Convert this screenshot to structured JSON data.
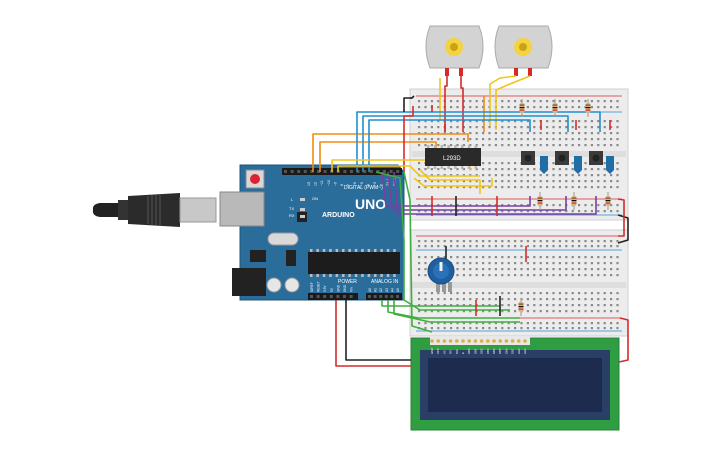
{
  "arduino": {
    "brand": "ARDUINO",
    "model": "UNO",
    "digital_label": "DIGITAL (PWM~)",
    "power_label": "POWER",
    "analog_label": "ANALOG IN",
    "on_label": "ON",
    "tx_label": "TX",
    "rx_label": "RX",
    "l_label": "L",
    "aref_label": "AREF",
    "gnd_label": "GND",
    "digital_pins": [
      "13",
      "12",
      "~11",
      "~10",
      "~9",
      "8",
      "7",
      "~6",
      "~5",
      "4",
      "~3",
      "2",
      "TX 1",
      "RX 0"
    ],
    "power_pins": [
      "IOREF",
      "RESET",
      "3.3V",
      "5V",
      "GND",
      "GND",
      "Vin"
    ],
    "analog_pins": [
      "A0",
      "A1",
      "A2",
      "A3",
      "A4",
      "A5"
    ]
  },
  "ic": {
    "label": "L293D"
  },
  "lcd": {
    "pins": [
      "GND",
      "VCC",
      "V0",
      "RS",
      "RW",
      "E",
      "DB0",
      "DB1",
      "DB2",
      "DB3",
      "DB4",
      "DB5",
      "DB6",
      "DB7",
      "LED",
      "LED"
    ]
  },
  "colors": {
    "board": "#2a6d9b",
    "board_edge": "#1f5578",
    "breadboard": "#ececec",
    "wire_red": "#d62b2b",
    "wire_black": "#222222",
    "wire_orange": "#f28c12",
    "wire_yellow": "#f3c515",
    "wire_blue": "#1f8fd1",
    "wire_purple": "#7a3fa3",
    "wire_green": "#3fae3f",
    "lcd_pcb": "#2f9e43",
    "lcd_screen": "#1d2c4e"
  }
}
